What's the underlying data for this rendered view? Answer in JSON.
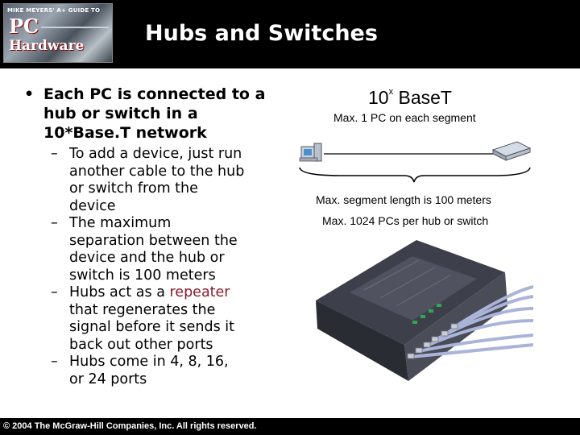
{
  "header": {
    "logo_top": "MIKE MEYERS' A+ GUIDE TO",
    "logo_pc": "PC",
    "logo_hardware": "Hardware",
    "title": "Hubs and Switches"
  },
  "bullets": [
    {
      "text": "Each PC is connected to a hub or switch in a 10*Base.T network",
      "sub": [
        {
          "lines": [
            "To add a device, just run",
            "another cable to the hub",
            "or switch from the",
            "device"
          ]
        },
        {
          "lines": [
            "The maximum",
            "separation between the",
            "device and the hub or",
            "switch is 100 meters"
          ]
        },
        {
          "lines_pre": "Hubs act as a ",
          "highlight": "repeater",
          "lines_rest": [
            "that regenerates the",
            "signal before it sends it",
            "back out other ports"
          ]
        },
        {
          "lines": [
            "Hubs come in 4, 8, 16,",
            "or 24 ports"
          ]
        }
      ]
    }
  ],
  "figure": {
    "title_prefix": "10",
    "title_superscript": "x",
    "title_suffix": " BaseT",
    "segment_label": "Max. 1 PC on each segment",
    "length_label": "Max. segment length is 100 meters",
    "pcs_label": "Max. 1024 PCs per hub or switch",
    "colors": {
      "hub_body": "#3d3f4a",
      "cable": "#aab4d8"
    }
  },
  "footer": {
    "copyright": "© 2004 The McGraw-Hill Companies, Inc. All rights reserved."
  }
}
